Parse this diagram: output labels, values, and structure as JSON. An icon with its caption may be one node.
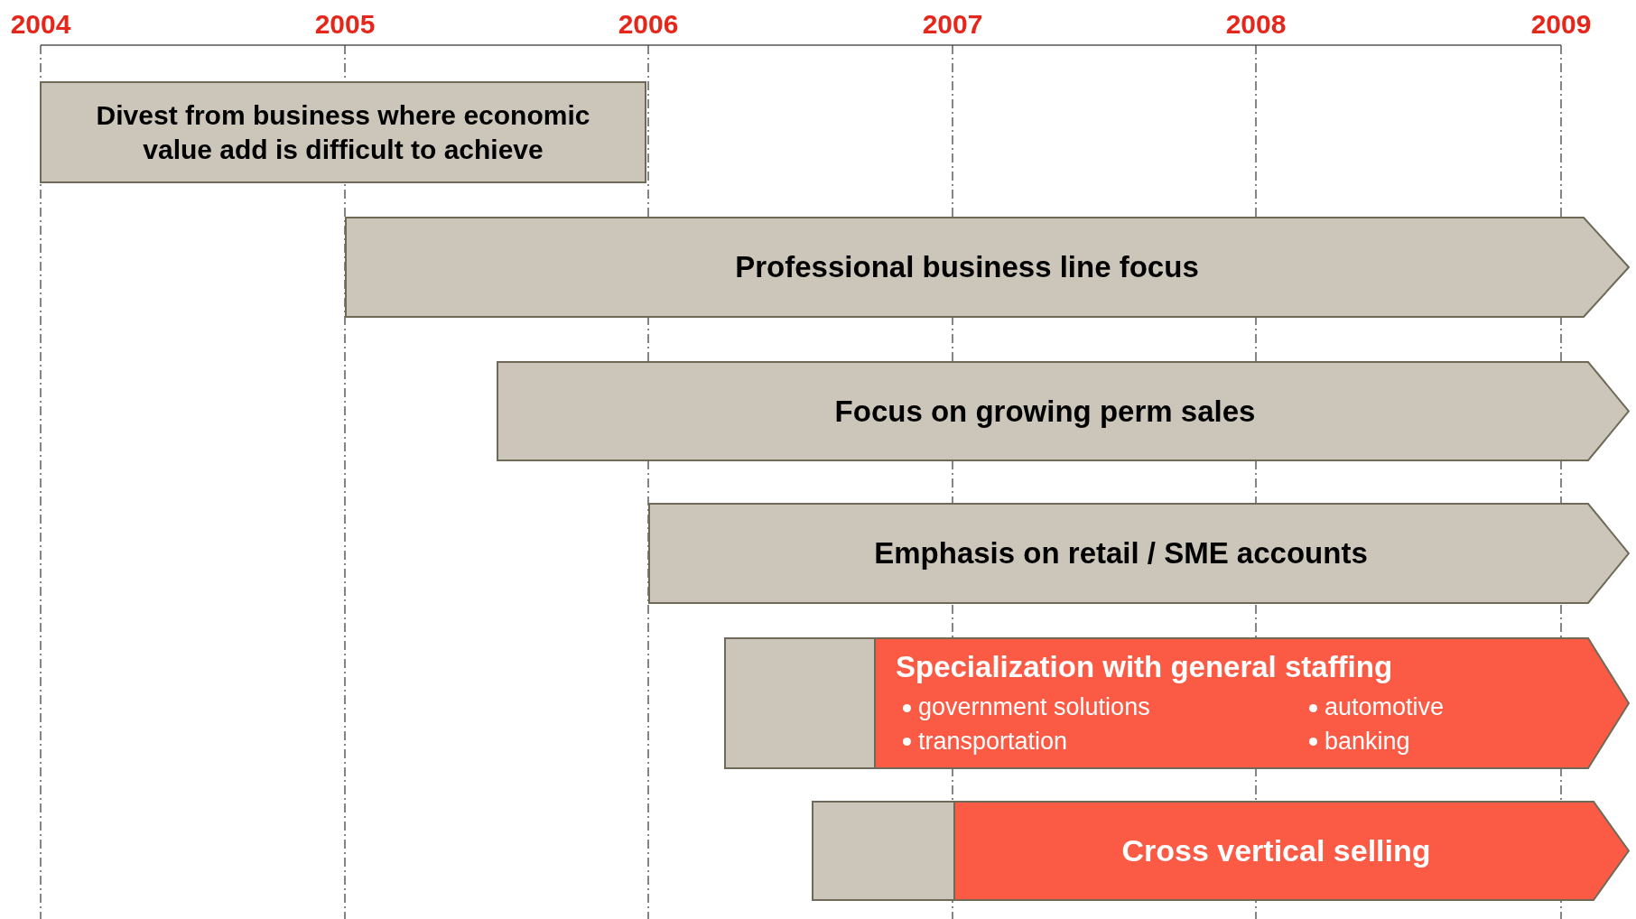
{
  "diagram": {
    "nodes": [
      {
        "text": [
          "Divest from business where economic value add is difficult to achieve"
        ]
      },
      {
        "text": [
          "Professional business line focus"
        ]
      },
      {
        "text": [
          "Focus on growing perm sales"
        ]
      },
      {
        "text": [
          "Emphasis on retail / SME accounts"
        ]
      },
      {
        "text": [],
        "shape": "box"
      },
      {
        "text": [
          "Specialization with general staffing",
          "government solutions",
          "automotive",
          "transportation",
          "banking"
        ]
      },
      {
        "text": [],
        "shape": "box"
      },
      {
        "text": [
          "Cross vertical selling"
        ]
      }
    ],
    "labels": [
      "2004",
      "2005",
      "2006",
      "2007",
      "2008",
      "2009"
    ]
  }
}
